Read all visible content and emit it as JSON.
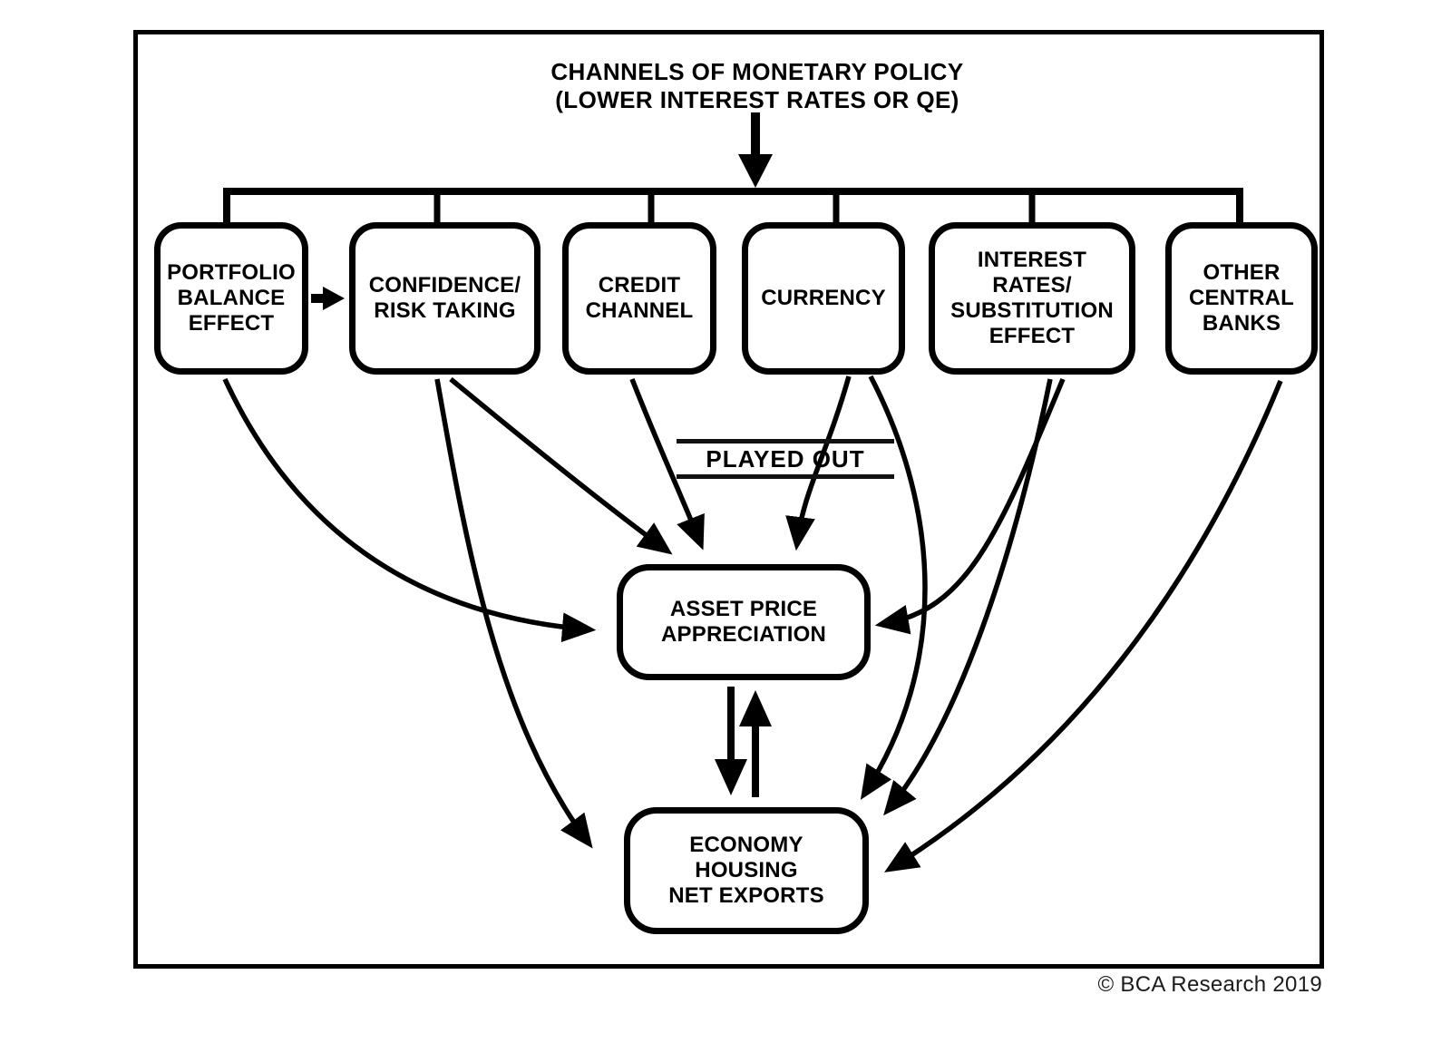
{
  "diagram": {
    "title": "CHANNELS OF MONETARY POLICY\n(LOWER INTEREST RATES OR QE)",
    "nodes": {
      "portfolio": {
        "label": "PORTFOLIO\nBALANCE\nEFFECT"
      },
      "confidence": {
        "label": "CONFIDENCE/\nRISK TAKING"
      },
      "credit": {
        "label": "CREDIT\nCHANNEL"
      },
      "currency": {
        "label": "CURRENCY"
      },
      "interest": {
        "label": "INTEREST\nRATES/\nSUBSTITUTION\nEFFECT"
      },
      "other_banks": {
        "label": "OTHER\nCENTRAL\nBANKS"
      },
      "asset_price": {
        "label": "ASSET PRICE\nAPPRECIATION"
      },
      "economy": {
        "label": "ECONOMY\nHOUSING\nNET EXPORTS"
      }
    },
    "annotations": {
      "played_out": "PLAYED OUT"
    },
    "edges": [
      {
        "from": "channels-of-monetary-policy",
        "to": "portfolio"
      },
      {
        "from": "channels-of-monetary-policy",
        "to": "confidence"
      },
      {
        "from": "channels-of-monetary-policy",
        "to": "credit"
      },
      {
        "from": "channels-of-monetary-policy",
        "to": "currency"
      },
      {
        "from": "channels-of-monetary-policy",
        "to": "interest"
      },
      {
        "from": "channels-of-monetary-policy",
        "to": "other_banks"
      },
      {
        "from": "portfolio",
        "to": "confidence"
      },
      {
        "from": "portfolio",
        "to": "asset_price"
      },
      {
        "from": "confidence",
        "to": "asset_price"
      },
      {
        "from": "confidence",
        "to": "economy"
      },
      {
        "from": "credit",
        "to": "asset_price"
      },
      {
        "from": "currency",
        "to": "asset_price",
        "note": "PLAYED OUT"
      },
      {
        "from": "currency",
        "to": "economy"
      },
      {
        "from": "interest",
        "to": "asset_price"
      },
      {
        "from": "interest",
        "to": "economy"
      },
      {
        "from": "other_banks",
        "to": "economy"
      },
      {
        "from": "asset_price",
        "to": "economy",
        "bidirectional": true
      }
    ],
    "footer": {
      "copyright": "© BCA Research 2019"
    },
    "colors": {
      "line": "#000000",
      "background": "#ffffff",
      "text": "#000000"
    }
  }
}
